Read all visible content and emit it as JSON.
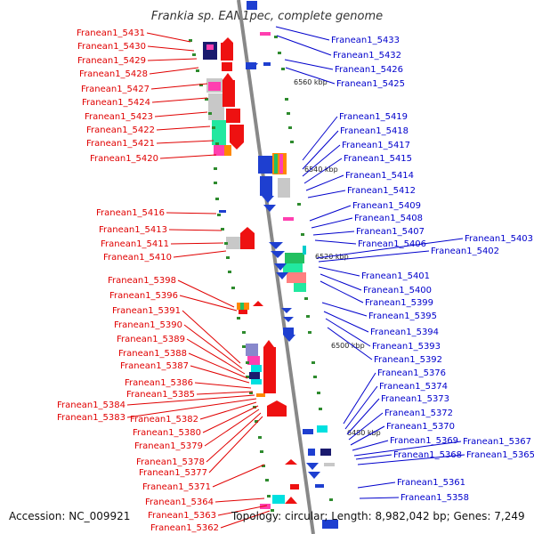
{
  "title": "Frankia sp. EAN1pec, complete genome",
  "footer": {
    "accession": "Accession: NC_009921",
    "topology": "Topology: circular; Length: 8,982,042 bp; Genes: 7,249"
  },
  "colors": {
    "left_label": "#e00000",
    "right_label": "#0000cc",
    "backbone": "#888888",
    "tick": "#2e8b2e"
  },
  "scale_marks": [
    "6560 kbp",
    "6540 kbp",
    "6520 kbp",
    "6500 kbp",
    "6480 kbp"
  ],
  "left_labels": [
    "Franean1_5431",
    "Franean1_5430",
    "Franean1_5429",
    "Franean1_5428",
    "Franean1_5427",
    "Franean1_5424",
    "Franean1_5423",
    "Franean1_5422",
    "Franean1_5421",
    "Franean1_5420",
    "Franean1_5416",
    "Franean1_5413",
    "Franean1_5411",
    "Franean1_5410",
    "Franean1_5398",
    "Franean1_5396",
    "Franean1_5391",
    "Franean1_5390",
    "Franean1_5389",
    "Franean1_5388",
    "Franean1_5387",
    "Franean1_5386",
    "Franean1_5385",
    "Franean1_5384",
    "Franean1_5383",
    "Franean1_5382",
    "Franean1_5380",
    "Franean1_5379",
    "Franean1_5378",
    "Franean1_5377",
    "Franean1_5371",
    "Franean1_5364",
    "Franean1_5363",
    "Franean1_5362"
  ],
  "right_labels": [
    "Franean1_5433",
    "Franean1_5432",
    "Franean1_5426",
    "Franean1_5425",
    "Franean1_5419",
    "Franean1_5418",
    "Franean1_5417",
    "Franean1_5415",
    "Franean1_5414",
    "Franean1_5412",
    "Franean1_5409",
    "Franean1_5408",
    "Franean1_5407",
    "Franean1_5406",
    "Franean1_5403",
    "Franean1_5402",
    "Franean1_5401",
    "Franean1_5400",
    "Franean1_5399",
    "Franean1_5395",
    "Franean1_5394",
    "Franean1_5393",
    "Franean1_5392",
    "Franean1_5376",
    "Franean1_5374",
    "Franean1_5373",
    "Franean1_5372",
    "Franean1_5370",
    "Franean1_5369",
    "Franean1_5367",
    "Franean1_5368",
    "Franean1_5365",
    "Franean1_5361",
    "Franean1_5358"
  ]
}
